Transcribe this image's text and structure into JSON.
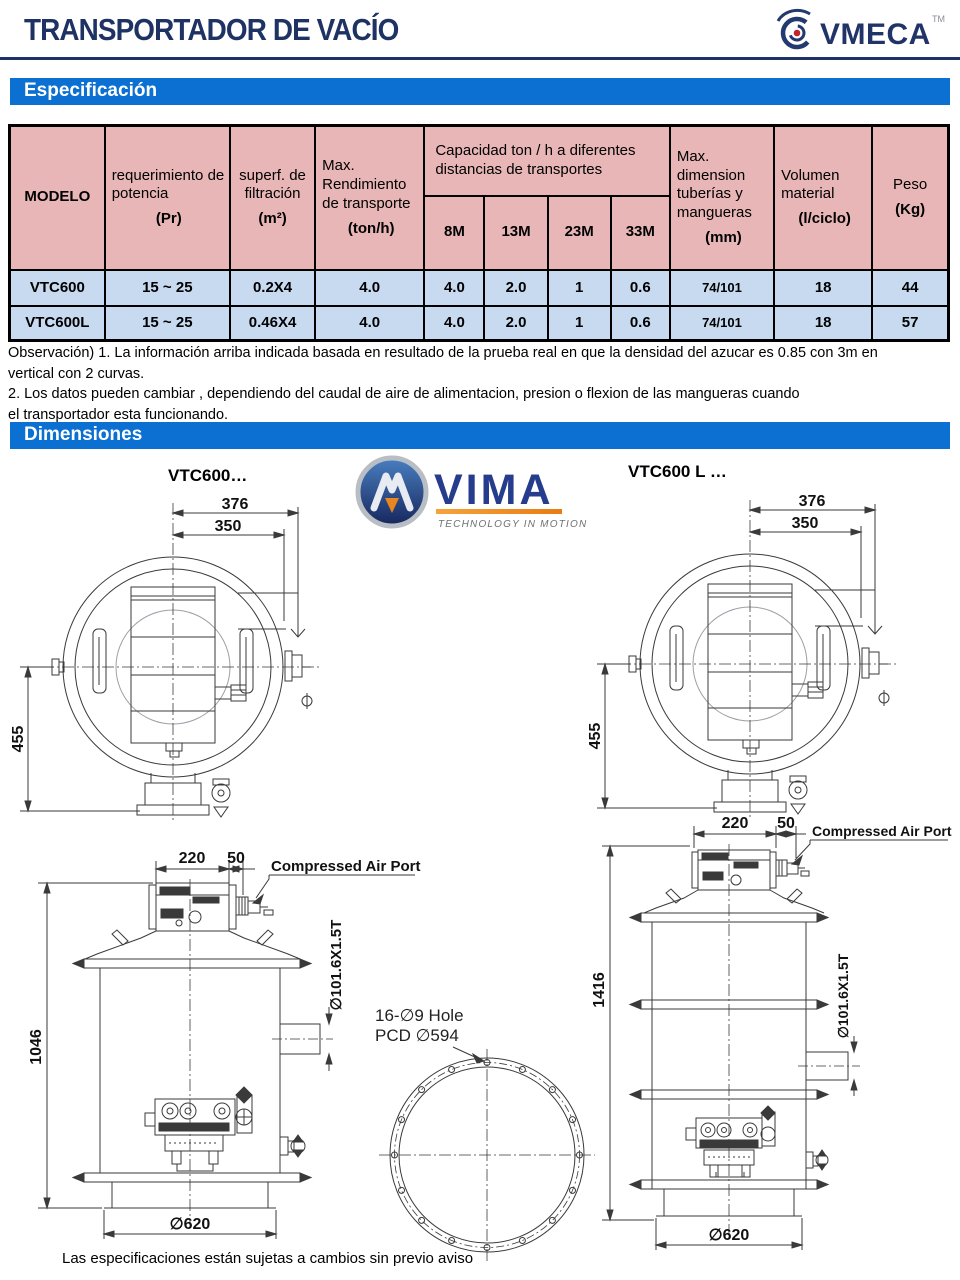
{
  "page": {
    "title": "TRANSPORTADOR DE VACÍO",
    "footer": "Las especificaciones están sujetas a cambios sin previo aviso"
  },
  "brand": {
    "vmeca": "VMECA",
    "vmeca_tm": "TM",
    "vima": "VIMA",
    "vima_tagline": "TECHNOLOGY IN MOTION"
  },
  "sections": {
    "spec": "Especificación",
    "dims": "Dimensiones"
  },
  "theme": {
    "navy": "#1e3263",
    "bar_blue": "#0b70d2",
    "table_header_pink": "#e8b6b6",
    "table_row_blue": "#c7daf0"
  },
  "spec_table": {
    "headers": {
      "modelo": "MODELO",
      "potencia": "requerimiento  de potencia",
      "potencia_unit": "(Pr)",
      "filtracion": "superf. de filtración",
      "filtracion_unit": "(m²)",
      "rendimiento": "Max. Rendimiento de transporte",
      "rendimiento_unit": "(ton/h)",
      "capacidad": "Capacidad ton / h a  diferentes distancias de  transportes",
      "dist": [
        "8M",
        "13M",
        "23M",
        "33M"
      ],
      "dimension": "Max. dimension tuberías y mangueras",
      "dimension_unit": "(mm)",
      "volumen": "Volumen material",
      "volumen_unit": "(l/ciclo)",
      "peso": "Peso",
      "peso_unit": "(Kg)"
    },
    "rows": [
      {
        "model": "VTC600",
        "potencia": "15 ~ 25",
        "filtracion": "0.2X4",
        "rendimiento": "4.0",
        "c8": "4.0",
        "c13": "2.0",
        "c23": "1",
        "c33": "0.6",
        "dimension": "74/101",
        "volumen": "18",
        "peso": "44"
      },
      {
        "model": "VTC600L",
        "potencia": "15 ~ 25",
        "filtracion": "0.46X4",
        "rendimiento": "4.0",
        "c8": "4.0",
        "c13": "2.0",
        "c23": "1",
        "c33": "0.6",
        "dimension": "74/101",
        "volumen": "18",
        "peso": "57"
      }
    ]
  },
  "notes": {
    "text": "Observación) 1. La información arriba indicada basada en resultado de la prueba real en que la densidad del azucar es 0.85 con 3m en\nvertical con 2 curvas.\n2. Los datos pueden cambiar , dependiendo del caudal de aire de alimentacion, presion o flexion de las mangueras cuando\nel transportador esta funcionando."
  },
  "drawings": {
    "left_label": "VTC600…",
    "right_label": "VTC600 L …",
    "top_width_outer": "376",
    "top_width_inner": "350",
    "top_height": "455",
    "side_top_a": "220",
    "side_top_b": "50",
    "air_port": "Compressed Air Port",
    "pipe_dim": "∅101.6X1.5T",
    "left_height": "1046",
    "right_height": "1416",
    "base_dia": "∅620",
    "hole_note_1": "16-∅9 Hole",
    "hole_note_2": "PCD ∅594"
  }
}
